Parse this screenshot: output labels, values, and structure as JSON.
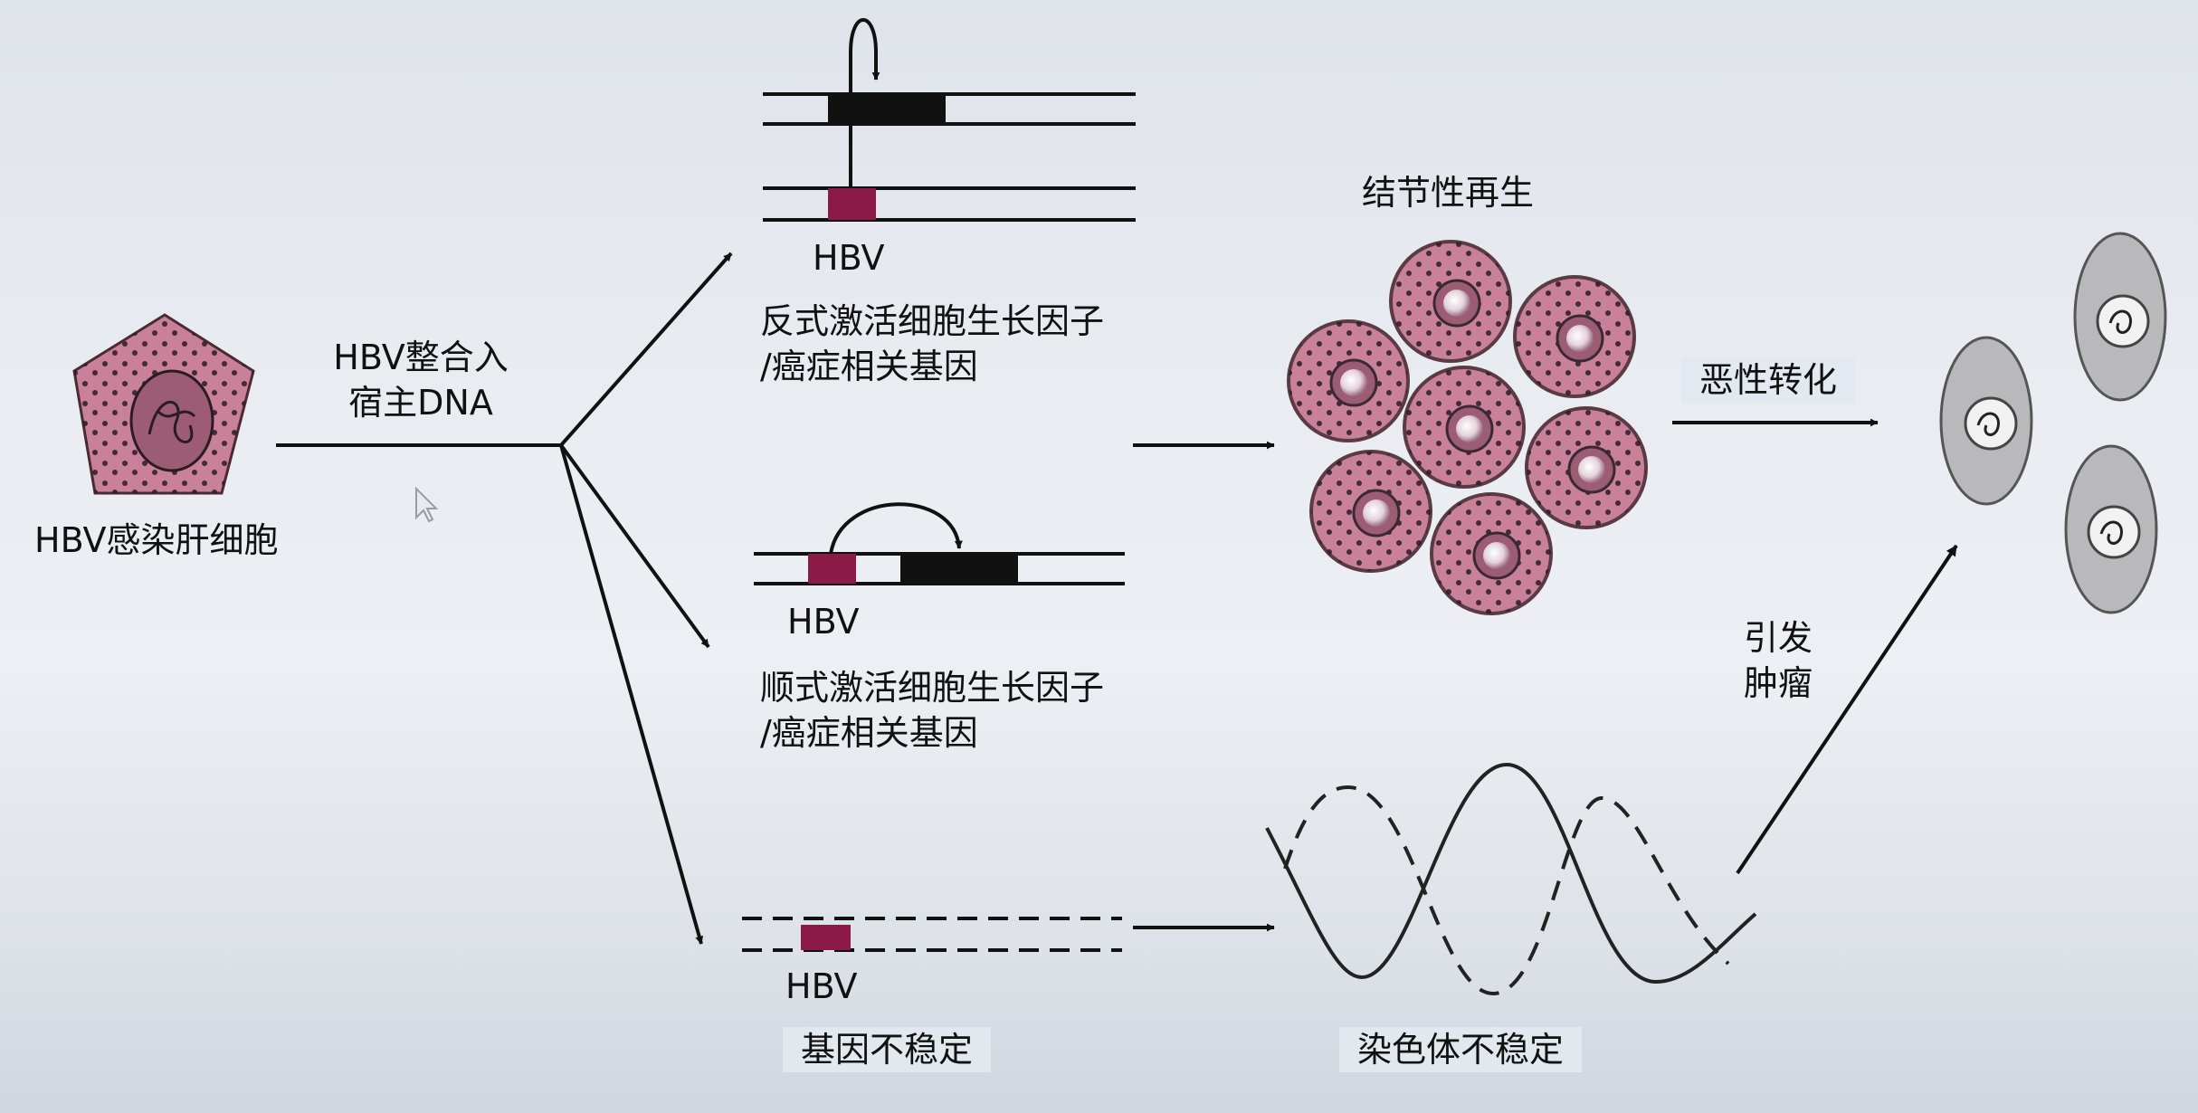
{
  "hepatocyte_label": "HBV感染肝细胞",
  "integration_label_1": "HBV整合入",
  "integration_label_2": "宿主DNA",
  "trans": {
    "hbv": "HBV",
    "line1": "反式激活细胞生长因子",
    "line2": "/癌症相关基因"
  },
  "cis": {
    "hbv": "HBV",
    "line1": "顺式激活细胞生长因子",
    "line2": "/癌症相关基因"
  },
  "instability": {
    "hbv": "HBV",
    "label": "基因不稳定"
  },
  "nodular_label": "结节性再生",
  "malignant_label": "恶性转化",
  "chromosome_label": "染色体不稳定",
  "tumor_label_1": "引发",
  "tumor_label_2": "肿瘤",
  "colors": {
    "cell_pink": "#c9819a",
    "hbv_segment": "#8b1a47",
    "tumor_gray": "#b9b9bb",
    "line": "#111111"
  }
}
